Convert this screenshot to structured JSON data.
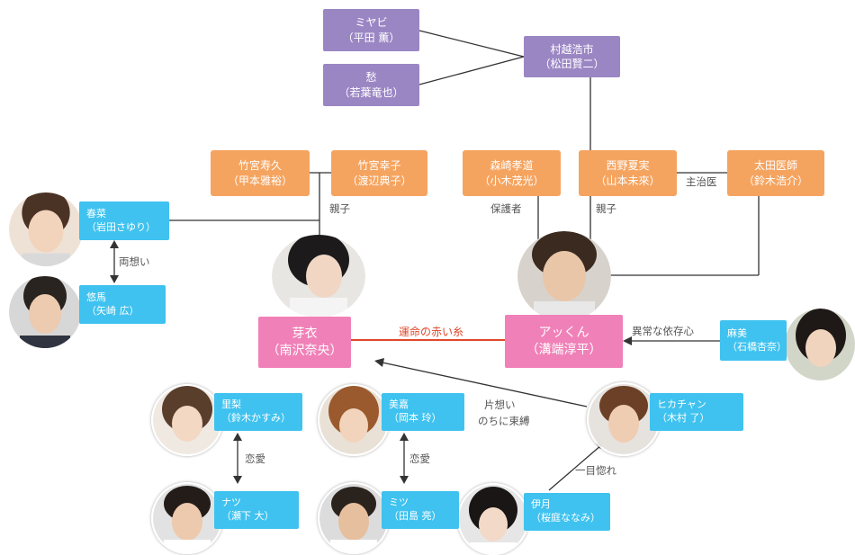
{
  "boxes": {
    "miyabi": {
      "name": "ミヤビ",
      "actor": "（平田 薫）"
    },
    "sou": {
      "name": "愁",
      "actor": "（若葉竜也）"
    },
    "murakoshi": {
      "name": "村越浩市",
      "actor": "（松田賢二）"
    },
    "takemiya_h": {
      "name": "竹宮寿久",
      "actor": "（甲本雅裕）"
    },
    "takemiya_s": {
      "name": "竹宮幸子",
      "actor": "（渡辺典子）"
    },
    "morisaki": {
      "name": "森崎孝道",
      "actor": "（小木茂光）"
    },
    "nishino": {
      "name": "西野夏実",
      "actor": "（山本未來）"
    },
    "ota": {
      "name": "太田医師",
      "actor": "（鈴木浩介）"
    },
    "mei": {
      "name": "芽衣",
      "actor": "（南沢奈央）"
    },
    "akkun": {
      "name": "アッくん",
      "actor": "（溝端淳平）"
    },
    "haruna": {
      "name": "春菜",
      "actor": "（岩田さゆり）"
    },
    "yuichi": {
      "name": "悠馬",
      "actor": "（矢崎 広）"
    },
    "asaka": {
      "name": "麻美",
      "actor": "（石橋杏奈）"
    },
    "ririka": {
      "name": "里梨",
      "actor": "（鈴木かすみ）"
    },
    "natsu": {
      "name": "ナツ",
      "actor": "（瀬下 大）"
    },
    "mika": {
      "name": "美嘉",
      "actor": "（岡本 玲）"
    },
    "mitsu": {
      "name": "ミツ",
      "actor": "（田島 亮）"
    },
    "kachan": {
      "name": "ヒカチャン",
      "actor": "（木村 了）"
    },
    "yumi": {
      "name": "伊月",
      "actor": "（桜庭ななみ）"
    }
  },
  "labels": {
    "oyako1": "親子",
    "hogosha": "保護者",
    "oyako2": "親子",
    "shujii": "主治医",
    "ryouomoi": "両想い",
    "akai_ito": "運命の赤い糸",
    "izon": "異常な依存心",
    "kataomoi1": "片想い",
    "kataomoi2": "のちに束縛",
    "renai1": "恋愛",
    "renai2": "恋愛",
    "hitomebore": "一目惚れ"
  },
  "colors": {
    "purple": "#9b86c4",
    "orange": "#f5a460",
    "pink": "#f081b8",
    "blue": "#3fc2ef",
    "line": "#333333",
    "red_thread": "#e0472b"
  }
}
